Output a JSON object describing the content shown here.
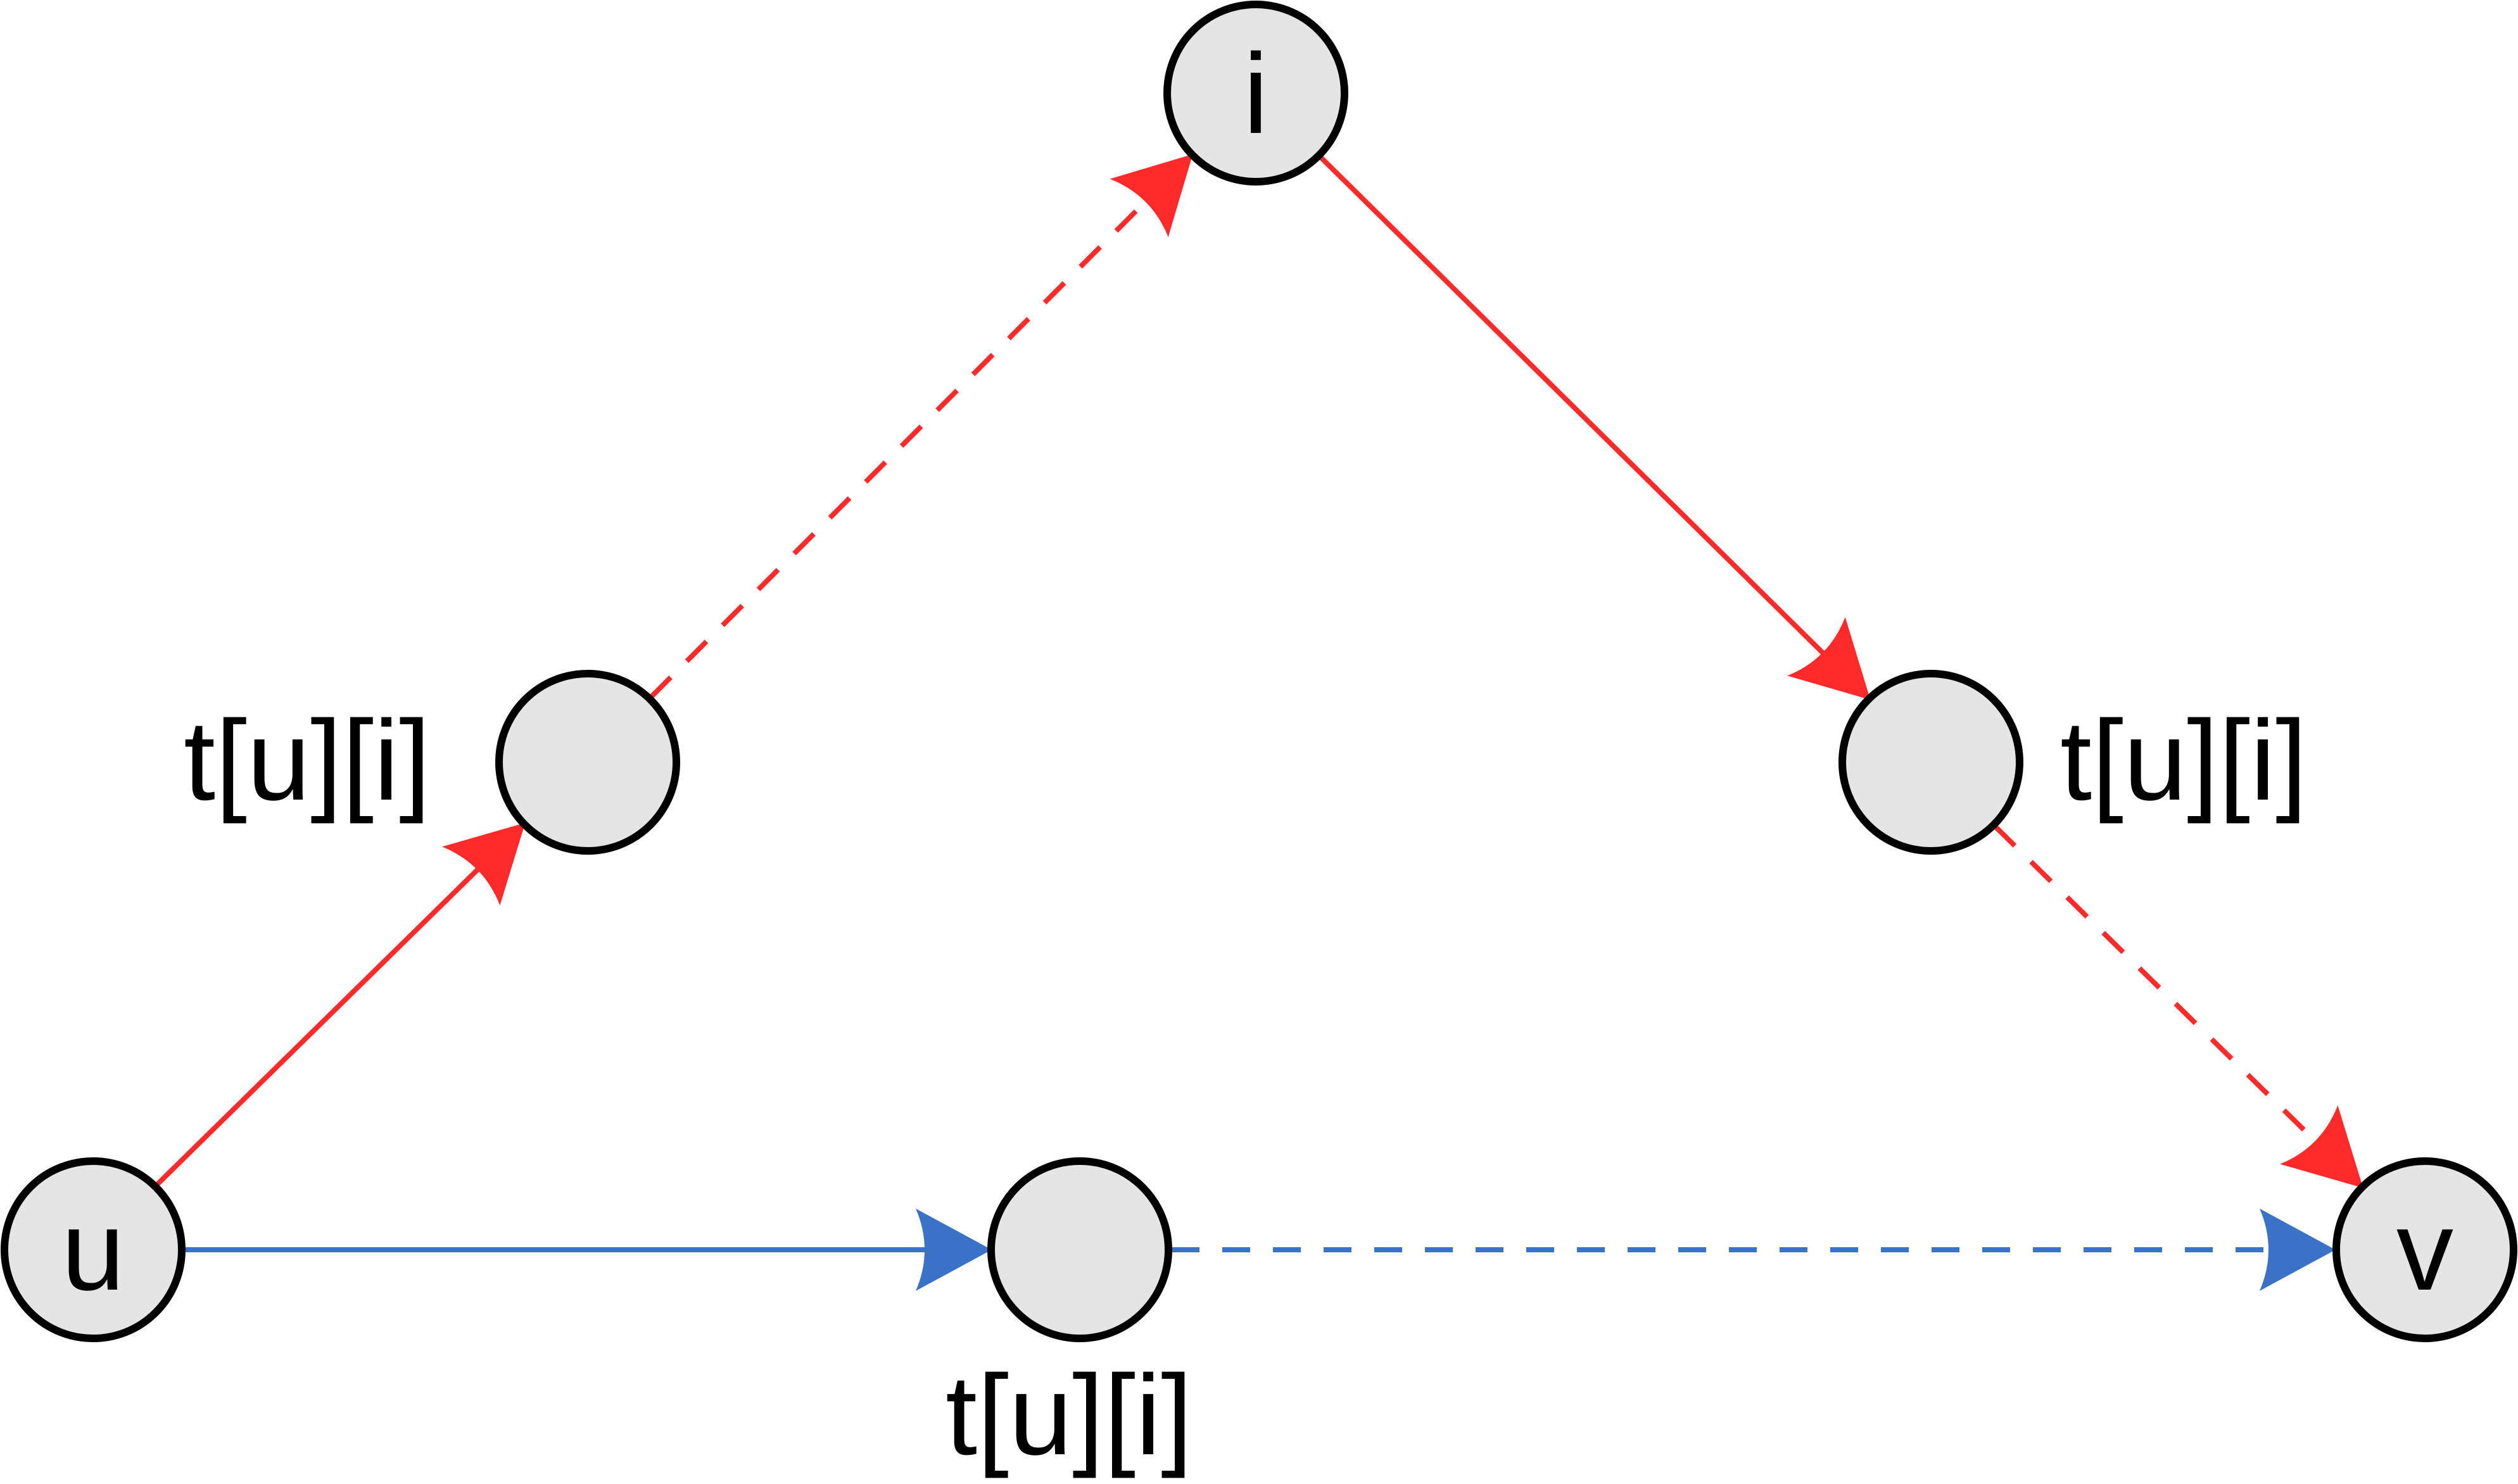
{
  "colors": {
    "red_edge": "#ff2a2a",
    "blue_edge": "#3a72c8",
    "node_fill": "#e5e5e5",
    "node_stroke": "#000000"
  },
  "nodes": {
    "u": "u",
    "i": "i",
    "v": "v",
    "left_mid": "",
    "right_mid": "",
    "bottom_mid": ""
  },
  "labels": {
    "left_mid": "t[u][i]",
    "right_mid": "t[u][i]",
    "bottom_mid": "t[u][i]"
  },
  "edges": [
    {
      "from": "u",
      "to": "left_mid",
      "color": "red",
      "style": "solid"
    },
    {
      "from": "left_mid",
      "to": "i",
      "color": "red",
      "style": "dashed"
    },
    {
      "from": "i",
      "to": "right_mid",
      "color": "red",
      "style": "solid"
    },
    {
      "from": "right_mid",
      "to": "v",
      "color": "red",
      "style": "dashed"
    },
    {
      "from": "u",
      "to": "bottom_mid",
      "color": "blue",
      "style": "solid"
    },
    {
      "from": "bottom_mid",
      "to": "v",
      "color": "blue",
      "style": "dashed"
    }
  ]
}
